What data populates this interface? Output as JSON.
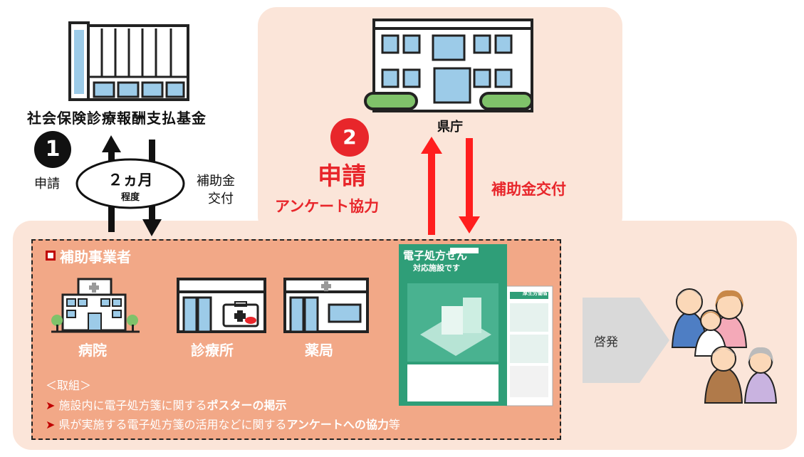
{
  "fund": {
    "name": "社会保険診療報酬支払基金",
    "step_number": "1",
    "apply_label": "申請",
    "subsidy_label_1": "補助金",
    "subsidy_label_2": "交付"
  },
  "duration": {
    "months": "２ヵ月",
    "approx": "程度"
  },
  "prefecture": {
    "name": "県庁",
    "step_number": "2",
    "apply_label": "申請",
    "survey_label": "アンケート協力",
    "subsidy_label": "補助金交付"
  },
  "operators": {
    "heading": "補助事業者",
    "hospital": "病院",
    "clinic": "診療所",
    "pharmacy": "薬局",
    "efforts_title": "＜取組＞",
    "effort_1_prefix": "施設内に電子処方箋に関する",
    "effort_1_emphasis": "ポスターの掲示",
    "effort_2_prefix": "県が実施する電子処方箋の活用などに関する",
    "effort_2_emphasis": "アンケートへの協力",
    "effort_2_suffix": "等"
  },
  "poster": {
    "title_1": "電子処方せん",
    "title_2": "対応施設です",
    "ministry": "厚生労働省"
  },
  "awareness": {
    "label": "啓発"
  },
  "colors": {
    "accent_red": "#e8262b",
    "panel_bg": "#fbe5d9",
    "inner_bg": "#f2a887",
    "poster_green": "#2f9e78",
    "building_blue": "#9ccbe8"
  }
}
